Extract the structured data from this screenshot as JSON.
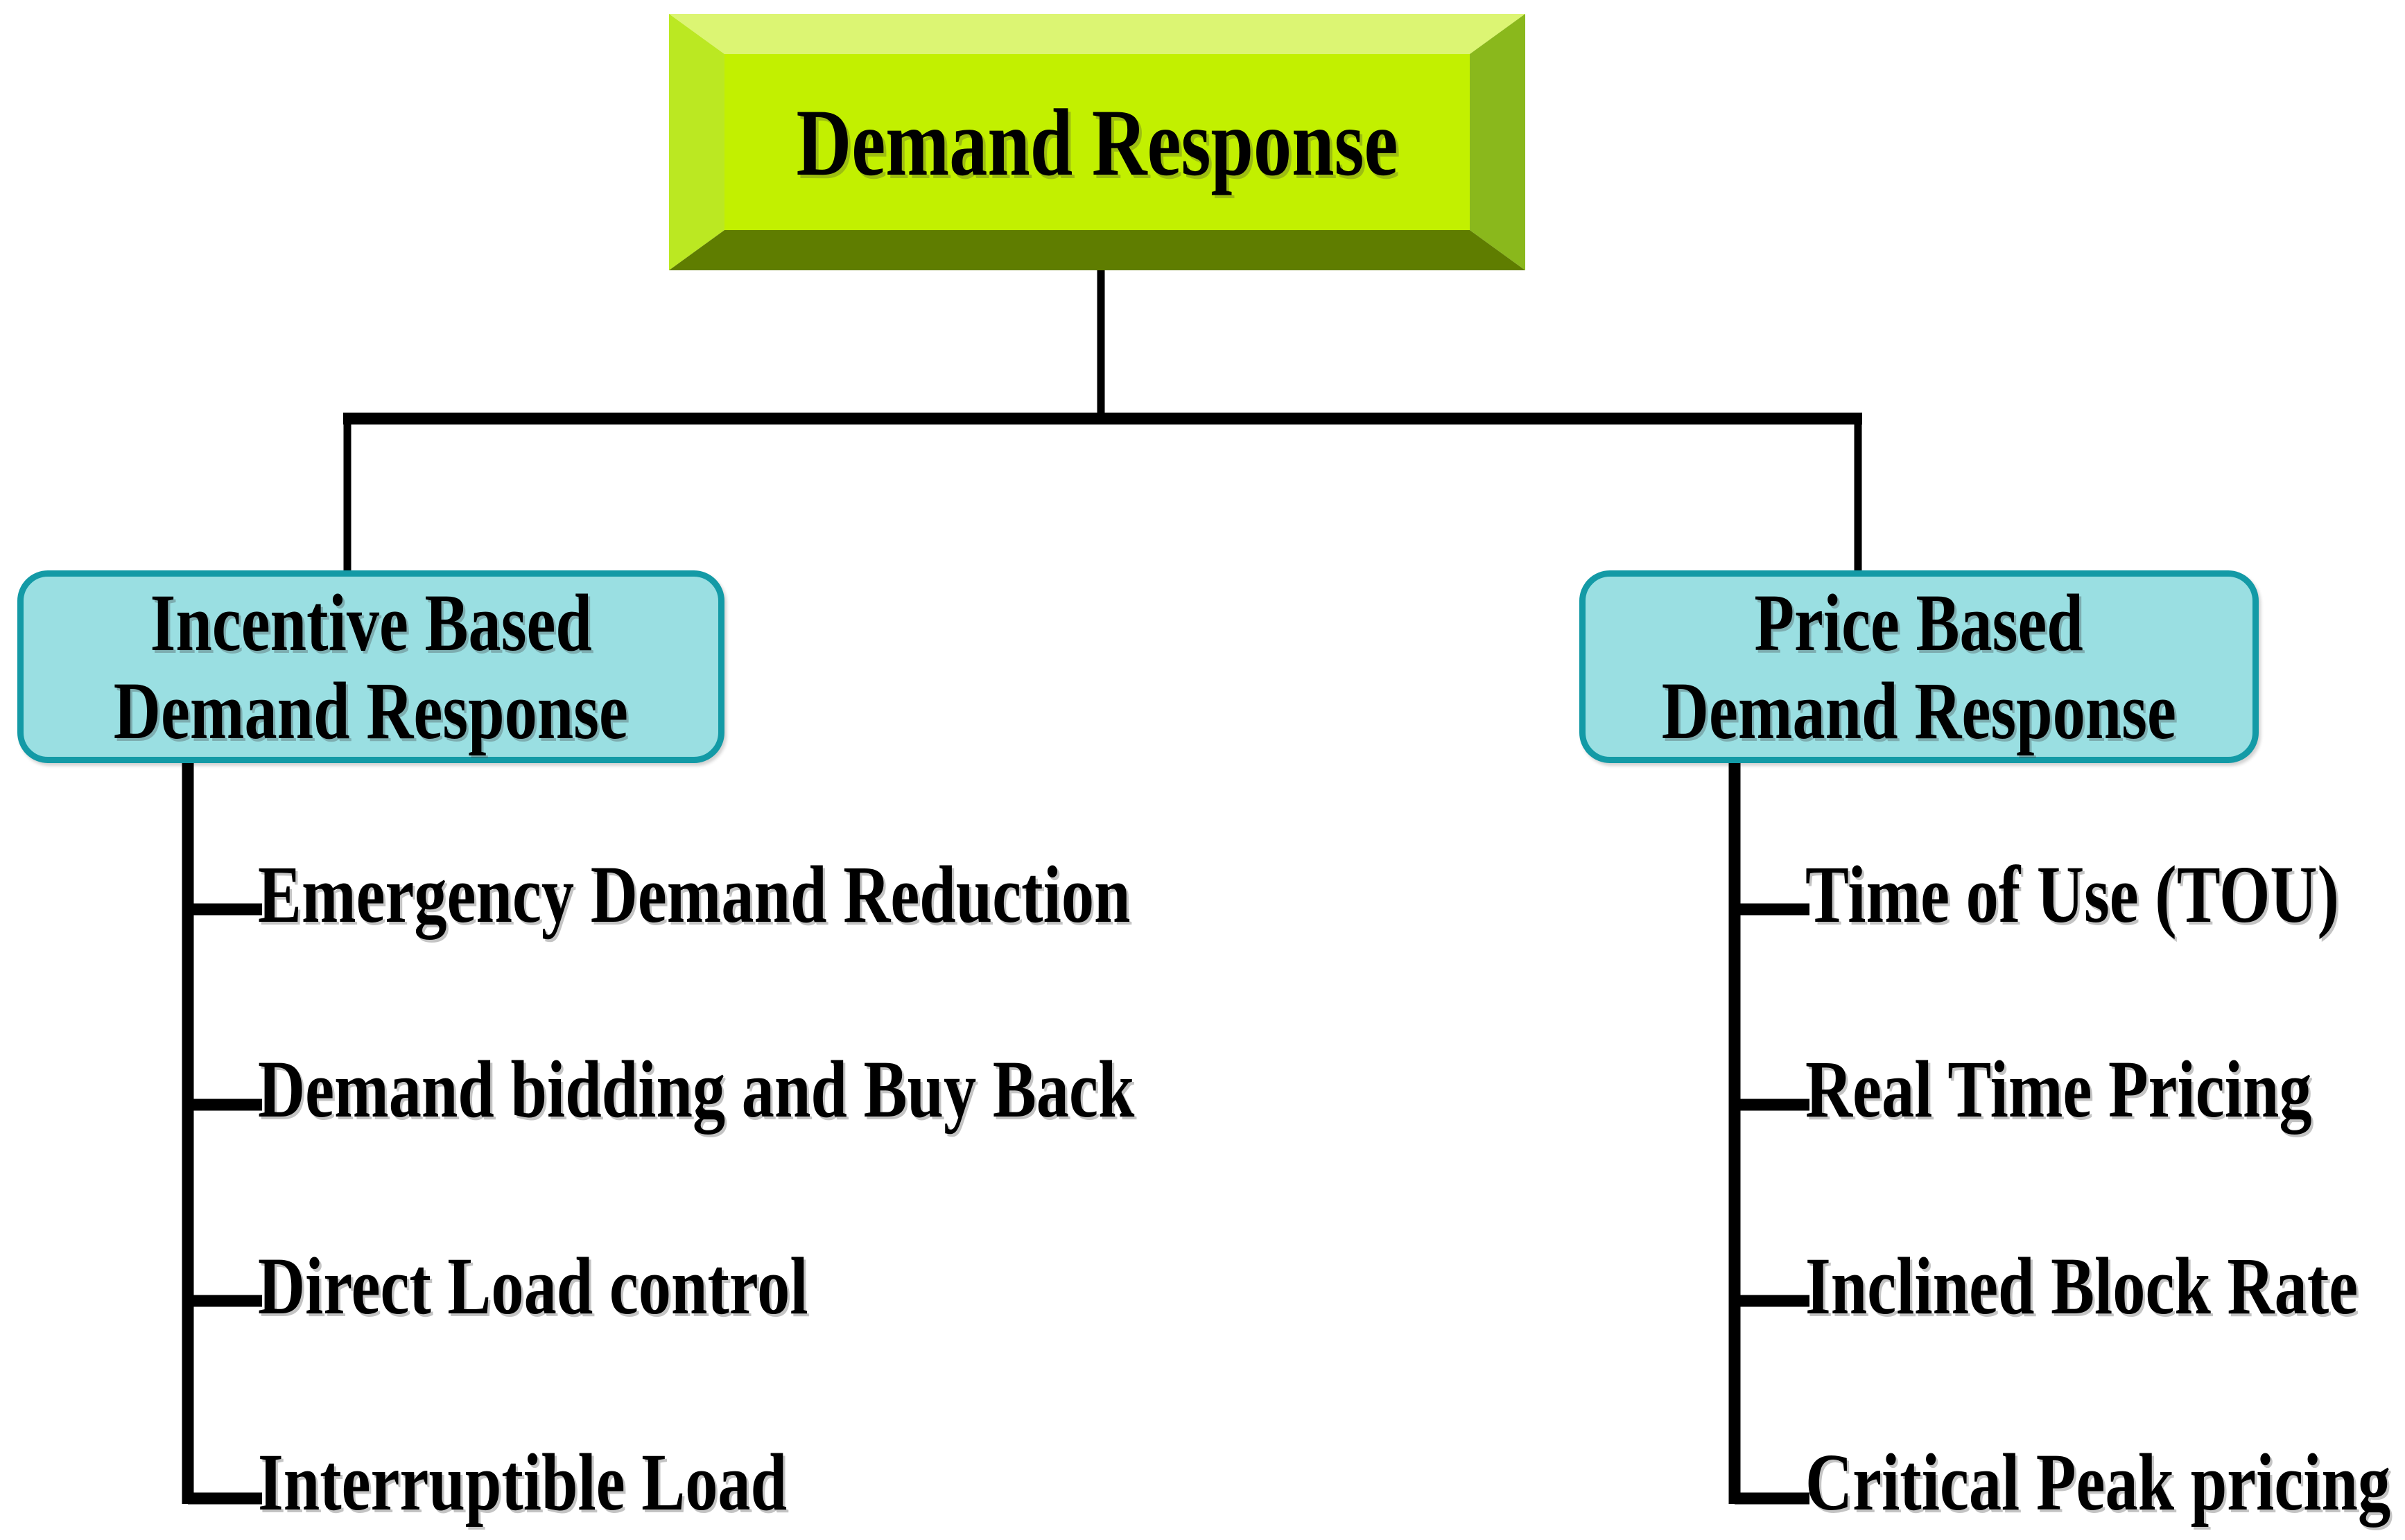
{
  "diagram": {
    "title": "Demand Response",
    "type": "tree",
    "root": {
      "label": "Demand Response",
      "fill": "#c2f000",
      "bevel_top": "#dcf573",
      "bevel_left": "#b9e61e",
      "bevel_right": "#8ab81c",
      "bevel_bottom": "#5f7d00",
      "text_color": "#000000"
    },
    "branches": [
      {
        "id": "incentive-based",
        "label_line1": "Incentive Based",
        "label_line2": "Demand Response",
        "fill": "#9adfe2",
        "border": "#139aa6",
        "text_color": "#000000",
        "leaves": [
          "Emergency Demand Reduction",
          "Demand bidding and Buy Back",
          "Direct Load control",
          "Interruptible Load"
        ]
      },
      {
        "id": "price-based",
        "label_line1": "Price Based",
        "label_line2": "Demand Response",
        "fill": "#9adfe2",
        "border": "#139aa6",
        "text_color": "#000000",
        "leaves": [
          "Time of Use (TOU)",
          "Real Time Pricing",
          "Inclined Block Rate",
          "Critical Peak pricing"
        ]
      }
    ],
    "connector_color": "#000000",
    "background": "#ffffff"
  }
}
